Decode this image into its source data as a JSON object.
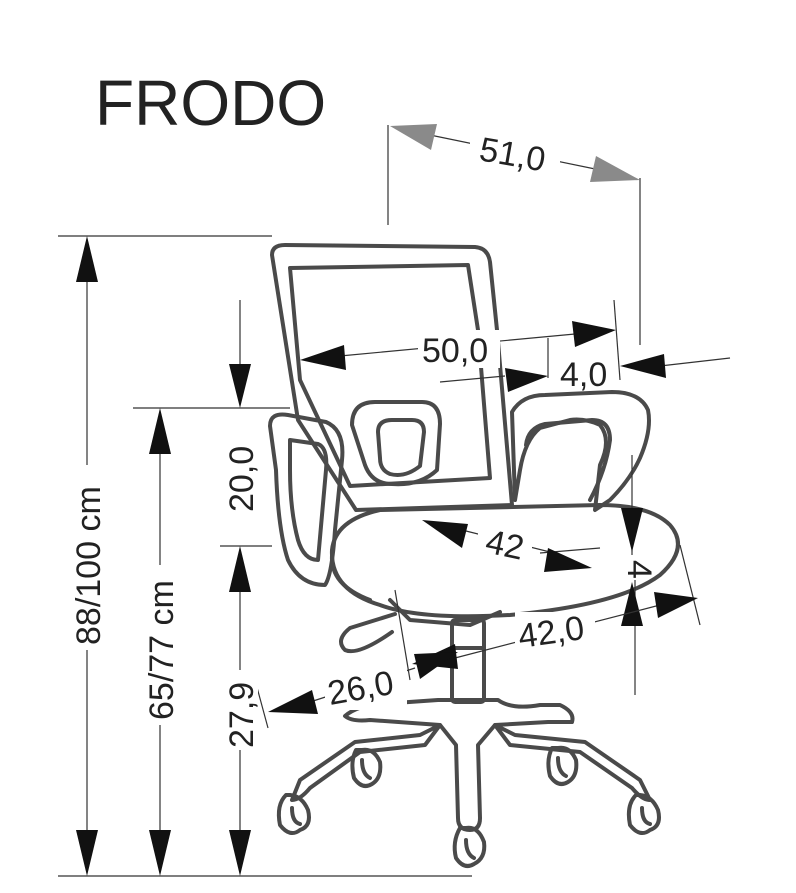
{
  "product": {
    "title": "FRODO"
  },
  "dimensions": {
    "overall_height": "88/100 cm",
    "seat_height": "65/77 cm",
    "backrest_height": "20,0",
    "base_height": "27,9",
    "overall_width": "51,0",
    "backrest_width": "50,0",
    "backrest_depth": "4,0",
    "seat_width": "42",
    "seat_thickness": "4",
    "seat_depth": "42,0",
    "base_radius": "26,0"
  },
  "colors": {
    "line": "#4a4a4a",
    "arrow": "#111111",
    "arrow_top": "#8a8a8a"
  }
}
